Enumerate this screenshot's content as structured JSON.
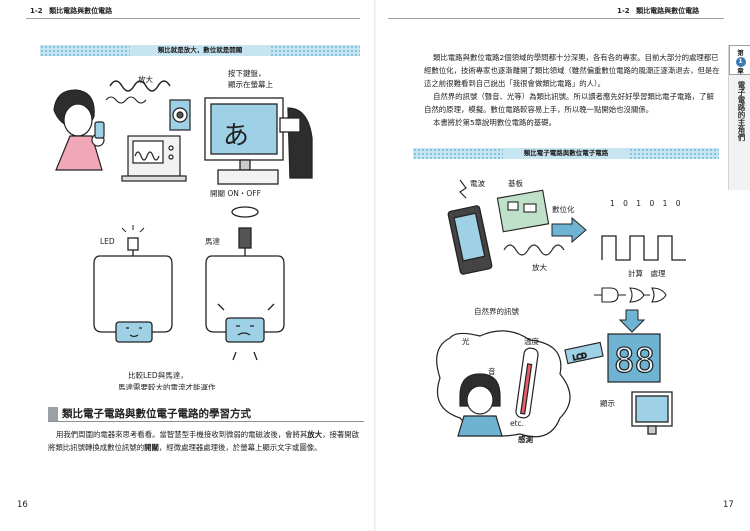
{
  "header": {
    "left": {
      "number": "1-2",
      "title": "類比電路與數位電路"
    },
    "right": {
      "number": "1-2",
      "title": "類比電路與數位電路"
    }
  },
  "left_page": {
    "banner": "類比就是放大，數位就是開關",
    "figure": {
      "amplify_label": "放大",
      "press_key_label": "按下鍵盤，\n顯示在螢幕上",
      "switch_label": "開關 ON・OFF",
      "screen_char": "あ",
      "led_label": "LED",
      "motor_label": "馬達",
      "caption_line1": "比較LED與馬達，",
      "caption_line2": "馬達需要較大的電流才能運作"
    },
    "section_title": "類比電子電路與數位電子電路的學習方式",
    "body": {
      "p1": "用我們周圍的電器來思考看看。當智慧型手機接收到微弱的電磁波後，會將其",
      "bold1": "放大",
      "p2": "，接著開啟將類比訊號轉換成數位訊號的",
      "bold2": "開關",
      "p3": "，經微處理器處理後，於螢幕上顯示文字或圖像。"
    },
    "page_number": "16"
  },
  "right_page": {
    "body": [
      "類比電路與數位電路2個領域的學問都十分深奧，各有各的專家。目前大部分的處理都已經數位化，技術專家也逐漸離開了類比領域（雖然偏重數位電路的風潮正逐漸退去，但是在這之前很難看到自己說出「我很會做類比電路」的人）。",
      "自然界的訊號（聲音、光等）為類比訊號。所以讀者應先好好學習類比電子電路，了解自然的原理，模擬。數位電路較容易上手，所以晚一點開始也沒關係。",
      "本書將於第5章說明數位電路的基礎。"
    ],
    "banner": "類比電子電路與數位電子電路",
    "figure": {
      "radio_wave_label": "電波",
      "board_label": "基板",
      "digitize_label": "數位化",
      "bits": "1 0 1 0 1 0",
      "amplify_label": "放大",
      "calc_label": "計算　處理",
      "nature_label": "自然界的訊號",
      "light_label": "光",
      "temp_label": "溫度",
      "sound_label": "音",
      "etc_label": "etc.",
      "sensor_label": "感測",
      "display_label": "顯示",
      "lcd_label": "LCD",
      "seven_seg": "88"
    },
    "page_number": "17"
  },
  "chapter_tab": {
    "label": "第",
    "number": "1",
    "suffix": "章",
    "title": "電子電路的主角們"
  }
}
